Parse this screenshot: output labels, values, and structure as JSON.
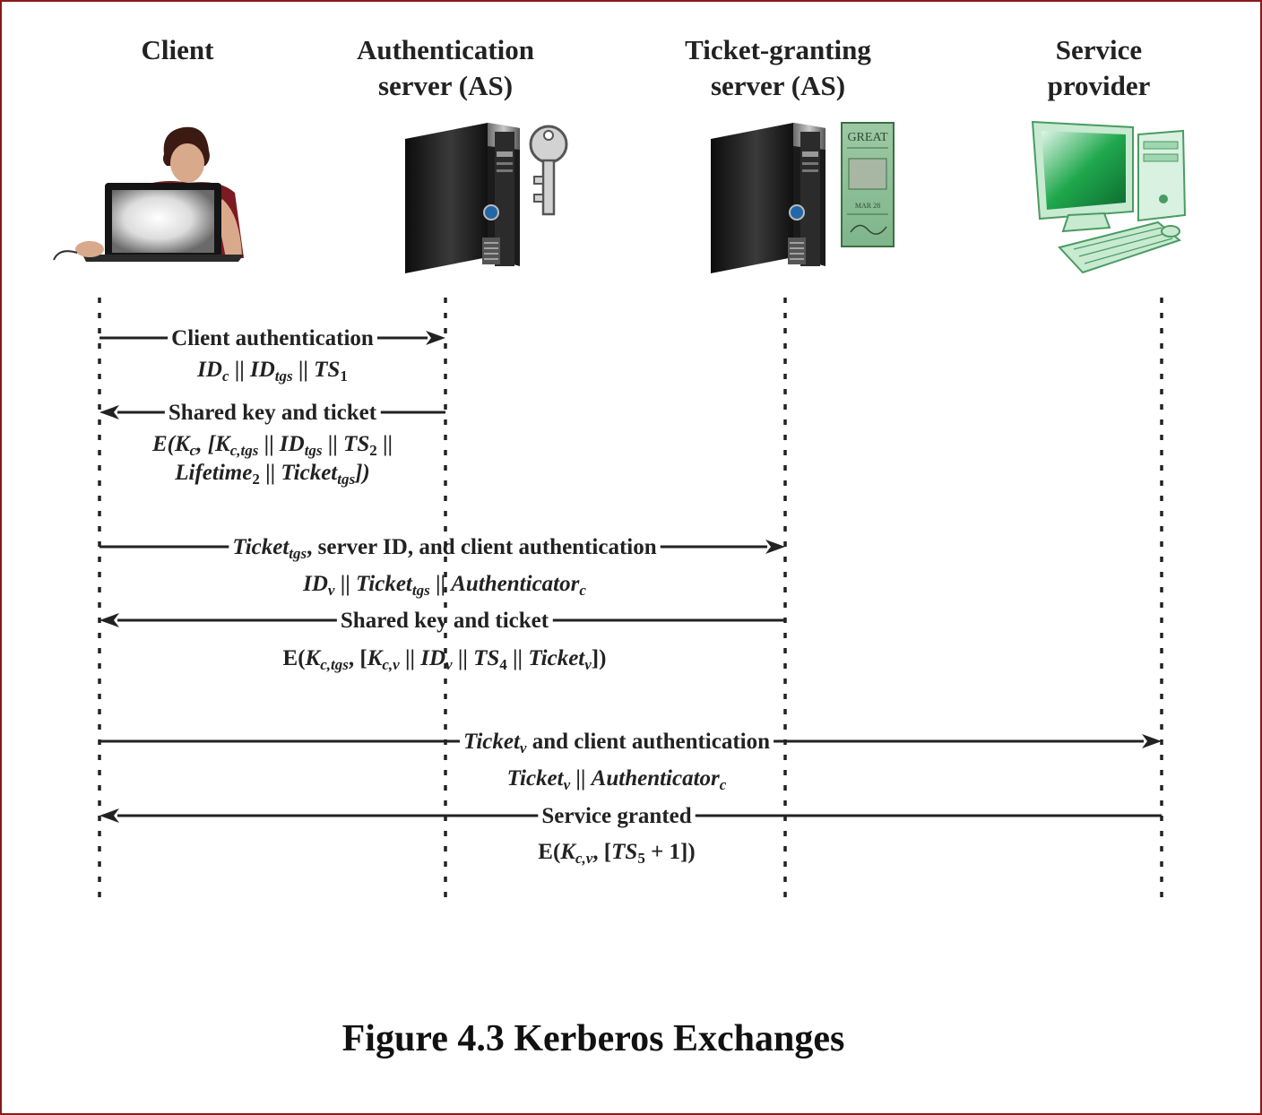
{
  "participants": [
    {
      "id": "client",
      "label_lines": [
        "Client"
      ],
      "icon": "person-at-laptop-icon"
    },
    {
      "id": "as",
      "label_lines": [
        "Authentication",
        "server (AS)"
      ],
      "icon": "server-tower-with-key-icon"
    },
    {
      "id": "tgs",
      "label_lines": [
        "Ticket-granting",
        "server (AS)"
      ],
      "icon": "server-tower-with-ticket-icon"
    },
    {
      "id": "sp",
      "label_lines": [
        "Service",
        "provider"
      ],
      "icon": "desktop-computer-icon"
    }
  ],
  "ticket_icon_text": {
    "line1": "GREAT",
    "line2": "MAR 28"
  },
  "messages": [
    {
      "from": "client",
      "to": "as",
      "label": [
        {
          "t": "Client authentication"
        }
      ],
      "detail": [
        [
          {
            "t": "ID",
            "i": true
          },
          {
            "t": "c",
            "i": true,
            "sub": true
          },
          {
            "t": " || "
          },
          {
            "t": "ID",
            "i": true
          },
          {
            "t": "tgs",
            "i": true,
            "sub": true
          },
          {
            "t": " || "
          },
          {
            "t": "TS",
            "i": true
          },
          {
            "t": "1",
            "sub": true
          }
        ]
      ]
    },
    {
      "from": "as",
      "to": "client",
      "label": [
        {
          "t": "Shared key and ticket"
        }
      ],
      "detail": [
        [
          {
            "t": "E(",
            "i": true
          },
          {
            "t": "K",
            "i": true
          },
          {
            "t": "c",
            "i": true,
            "sub": true
          },
          {
            "t": ", [",
            "i": true
          },
          {
            "t": "K",
            "i": true
          },
          {
            "t": "c,tgs",
            "i": true,
            "sub": true
          },
          {
            "t": " || "
          },
          {
            "t": "ID",
            "i": true
          },
          {
            "t": "tgs",
            "i": true,
            "sub": true
          },
          {
            "t": " || "
          },
          {
            "t": "TS",
            "i": true
          },
          {
            "t": "2",
            "sub": true
          },
          {
            "t": " ||"
          }
        ],
        [
          {
            "t": "Lifetime",
            "i": true
          },
          {
            "t": "2",
            "sub": true
          },
          {
            "t": " || "
          },
          {
            "t": "Ticket",
            "i": true
          },
          {
            "t": "tgs",
            "i": true,
            "sub": true
          },
          {
            "t": "])",
            "i": true
          }
        ]
      ]
    },
    {
      "from": "client",
      "to": "tgs",
      "label": [
        {
          "t": "Ticket",
          "i": true
        },
        {
          "t": "tgs",
          "i": true,
          "sub": true
        },
        {
          "t": ", server ID, and client authentication"
        }
      ],
      "detail": [
        [
          {
            "t": "ID",
            "i": true
          },
          {
            "t": "v",
            "i": true,
            "sub": true
          },
          {
            "t": " || "
          },
          {
            "t": "Ticket",
            "i": true
          },
          {
            "t": "tgs",
            "i": true,
            "sub": true
          },
          {
            "t": " || "
          },
          {
            "t": "Authenticator",
            "i": true
          },
          {
            "t": "c",
            "i": true,
            "sub": true
          }
        ]
      ]
    },
    {
      "from": "tgs",
      "to": "client",
      "label": [
        {
          "t": "Shared key and ticket"
        }
      ],
      "detail": [
        [
          {
            "t": "E("
          },
          {
            "t": "K",
            "i": true
          },
          {
            "t": "c,tgs",
            "i": true,
            "sub": true
          },
          {
            "t": ", ["
          },
          {
            "t": "K",
            "i": true
          },
          {
            "t": "c,v",
            "i": true,
            "sub": true
          },
          {
            "t": " || "
          },
          {
            "t": "ID",
            "i": true
          },
          {
            "t": "v",
            "i": true,
            "sub": true
          },
          {
            "t": " || "
          },
          {
            "t": "TS",
            "i": true
          },
          {
            "t": "4",
            "sub": true
          },
          {
            "t": " || "
          },
          {
            "t": "Ticket",
            "i": true
          },
          {
            "t": "v",
            "i": true,
            "sub": true
          },
          {
            "t": "])"
          }
        ]
      ]
    },
    {
      "from": "client",
      "to": "sp",
      "label": [
        {
          "t": "Ticket",
          "i": true
        },
        {
          "t": "v",
          "i": true,
          "sub": true
        },
        {
          "t": " and client authentication"
        }
      ],
      "detail": [
        [
          {
            "t": "Ticket",
            "i": true
          },
          {
            "t": "v",
            "i": true,
            "sub": true
          },
          {
            "t": " || "
          },
          {
            "t": "Authenticator",
            "i": true
          },
          {
            "t": "c",
            "i": true,
            "sub": true
          }
        ]
      ]
    },
    {
      "from": "sp",
      "to": "client",
      "label": [
        {
          "t": "Service granted"
        }
      ],
      "detail": [
        [
          {
            "t": "E("
          },
          {
            "t": "K",
            "i": true
          },
          {
            "t": "c,v",
            "i": true,
            "sub": true
          },
          {
            "t": ", ["
          },
          {
            "t": "TS",
            "i": true
          },
          {
            "t": "5",
            "sub": true
          },
          {
            "t": " + 1])"
          }
        ]
      ]
    }
  ],
  "caption": "Figure 4.3  Kerberos Exchanges"
}
